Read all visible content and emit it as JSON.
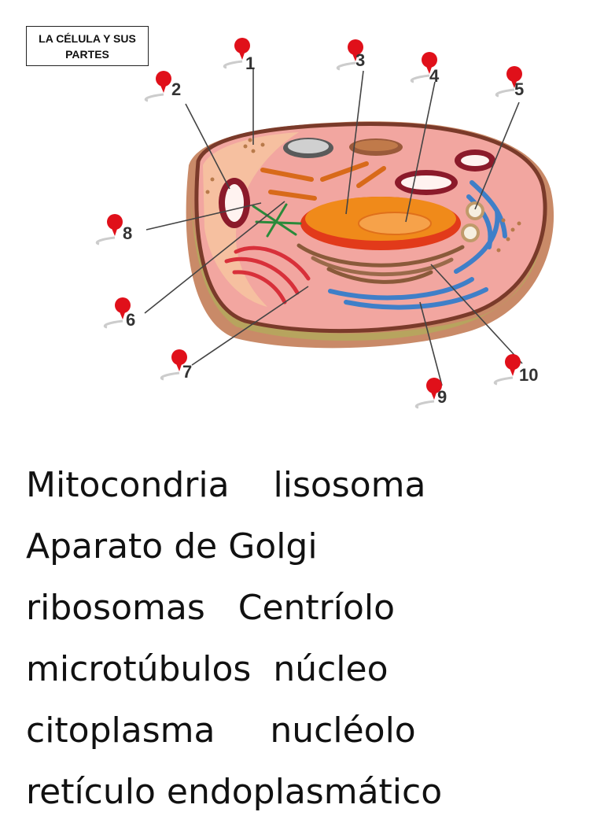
{
  "title": "LA CÉLULA Y SUS PARTES",
  "labels": [
    "1",
    "2",
    "3",
    "4",
    "5",
    "6",
    "7",
    "8",
    "9",
    "10"
  ],
  "word_bank": [
    "Mitocondria    lisosoma",
    "Aparato de Golgi",
    "ribosomas   Centríolo",
    "microtúbulos  núcleo",
    "citoplasma     nucléolo",
    "retículo endoplasmático"
  ],
  "colors": {
    "pin": "#e0101a",
    "cytoplasm": "#f2a6a0",
    "nucleus": "#f08a1a",
    "nucleolus": "#f6a24a",
    "er": "#3f7fc8",
    "mitochondria": "#8b1a2a",
    "cell_wall": "#9a5a4a"
  }
}
